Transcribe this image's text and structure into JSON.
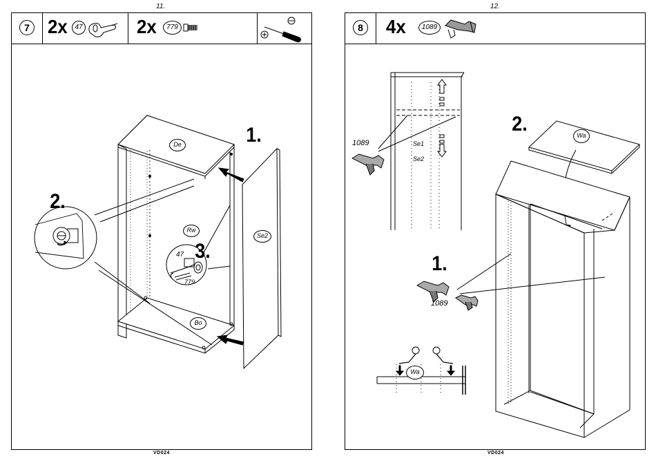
{
  "left_page": {
    "page_number": "11.",
    "step": "7",
    "items": [
      {
        "qty": "2x",
        "part": "47"
      },
      {
        "qty": "2x",
        "part": "779"
      }
    ],
    "panels": {
      "top": "De",
      "bottom": "Bo",
      "back": "Rw",
      "side": "Se2"
    },
    "callouts": {
      "one": "1.",
      "two": "2.",
      "three": "3."
    },
    "detail_parts": {
      "top": "47",
      "bottom": "779"
    },
    "footer": "VD024"
  },
  "right_page": {
    "page_number": "12.",
    "step": "8",
    "items": [
      {
        "qty": "4x",
        "part": "1089"
      }
    ],
    "panels": {
      "shelf": "Wa",
      "side1": "Se1",
      "side2": "Se2",
      "shelf_small": "Wa"
    },
    "callouts": {
      "one": "1.",
      "two": "2."
    },
    "part_labels": {
      "upper": "1089",
      "lower": "1089"
    },
    "footer": "VD024"
  }
}
